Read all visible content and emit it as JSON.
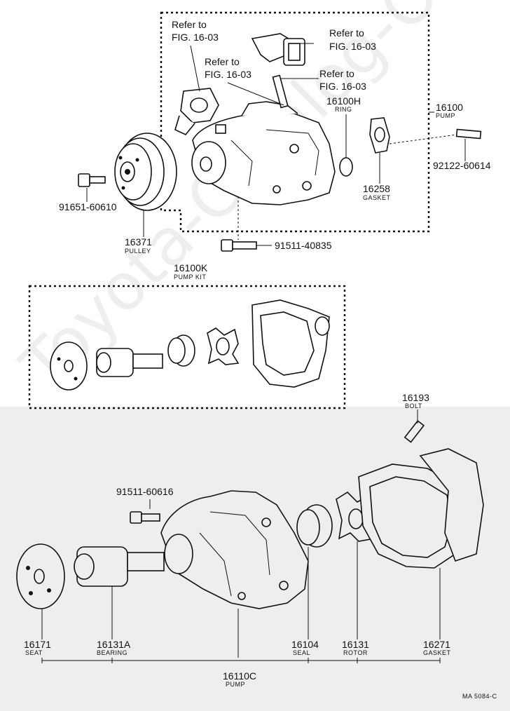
{
  "watermark": "Toyota-Catalog-Online.ru",
  "drawing_code": "MA 5084-C",
  "refs": [
    {
      "id": "ref1",
      "line1": "Refer to",
      "line2": "FIG. 16-03"
    },
    {
      "id": "ref2",
      "line1": "Refer to",
      "line2": "FIG. 16-03"
    },
    {
      "id": "ref3",
      "line1": "Refer to",
      "line2": "FIG. 16-03"
    },
    {
      "id": "ref4",
      "line1": "Refer to",
      "line2": "FIG. 16-03"
    }
  ],
  "parts": {
    "p16100": {
      "number": "16100",
      "name": "PUMP"
    },
    "p16100H": {
      "number": "16100H",
      "name": "RING"
    },
    "p16258": {
      "number": "16258",
      "name": "GASKET"
    },
    "p92122": {
      "number": "92122-60614",
      "name": ""
    },
    "p91651": {
      "number": "91651-60610",
      "name": ""
    },
    "p16371": {
      "number": "16371",
      "name": "PULLEY"
    },
    "p91511a": {
      "number": "91511-40835",
      "name": ""
    },
    "p16100K": {
      "number": "16100K",
      "name": "PUMP KIT"
    },
    "p16193": {
      "number": "16193",
      "name": "BOLT"
    },
    "p91511b": {
      "number": "91511-60616",
      "name": ""
    },
    "p16171": {
      "number": "16171",
      "name": "SEAT"
    },
    "p16131A": {
      "number": "16131A",
      "name": "BEARING"
    },
    "p16104": {
      "number": "16104",
      "name": "SEAL"
    },
    "p16131": {
      "number": "16131",
      "name": "ROTOR"
    },
    "p16271": {
      "number": "16271",
      "name": "GASKET"
    },
    "p16110C": {
      "number": "16110C",
      "name": "PUMP"
    }
  }
}
